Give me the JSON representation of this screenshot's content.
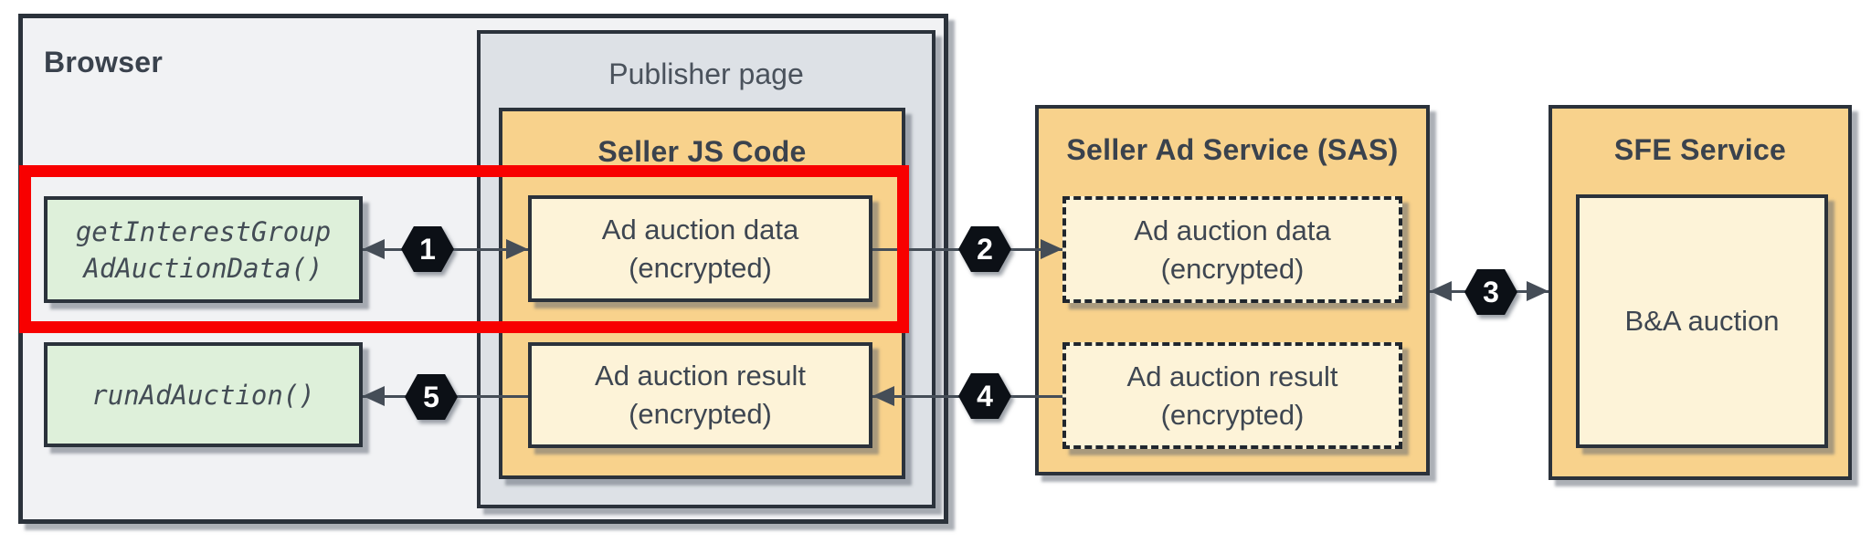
{
  "browser": {
    "title": "Browser",
    "api_calls": [
      {
        "line1": "getInterestGroup",
        "line2": "AdAuctionData()"
      },
      {
        "line1": "runAdAuction()"
      }
    ]
  },
  "publisher": {
    "title": "Publisher page",
    "seller_js": {
      "title": "Seller JS Code",
      "data_box": {
        "line1": "Ad auction data",
        "line2": "(encrypted)"
      },
      "result_box": {
        "line1": "Ad auction result",
        "line2": "(encrypted)"
      }
    }
  },
  "sas": {
    "title": "Seller Ad Service (SAS)",
    "data_box": {
      "line1": "Ad auction data",
      "line2": "(encrypted)"
    },
    "result_box": {
      "line1": "Ad auction result",
      "line2": "(encrypted)"
    }
  },
  "sfe": {
    "title": "SFE Service",
    "auction_box": {
      "line1": "B&A auction"
    }
  },
  "steps": {
    "s1": "1",
    "s2": "2",
    "s3": "3",
    "s4": "4",
    "s5": "5"
  },
  "colors": {
    "highlight_red": "#f80000",
    "orange_panel": "#f8d28c",
    "cream_box": "#fdf3d8",
    "green_box": "#def0da",
    "publisher_gray": "#dde1e6",
    "browser_gray": "#f1f2f4",
    "border_dark": "#2b323b",
    "text_dark": "#3e4651",
    "badge_black": "#0c1016"
  }
}
